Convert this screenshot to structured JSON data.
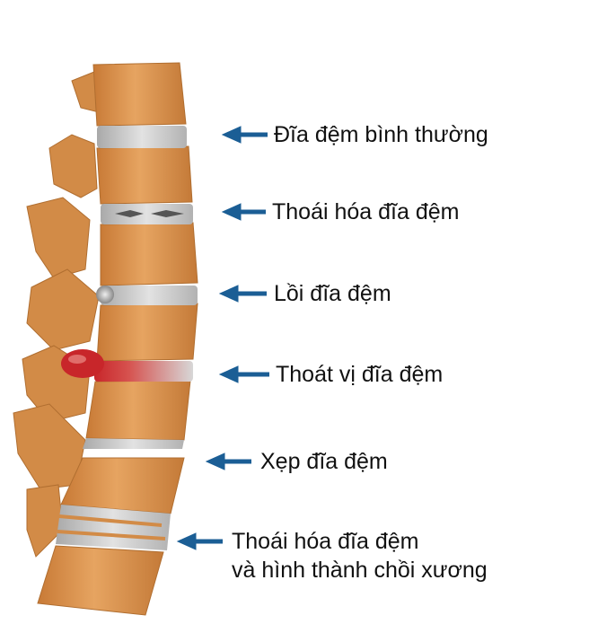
{
  "labels": {
    "normal": "Đĩa đệm bình thường",
    "degeneration": "Thoái hóa đĩa đệm",
    "bulging": "Lồi đĩa đệm",
    "herniation": "Thoát vị đĩa đệm",
    "thinning": "Xẹp đĩa đệm",
    "osteophyte_line1": "Thoái hóa đĩa đệm",
    "osteophyte_line2": "và hình thành chồi xương"
  },
  "colors": {
    "bone": "#d9914c",
    "bone_dark": "#b8702f",
    "disc": "#c9c9c9",
    "arrow": "#1b5e95",
    "herniation": "#c8262a"
  }
}
